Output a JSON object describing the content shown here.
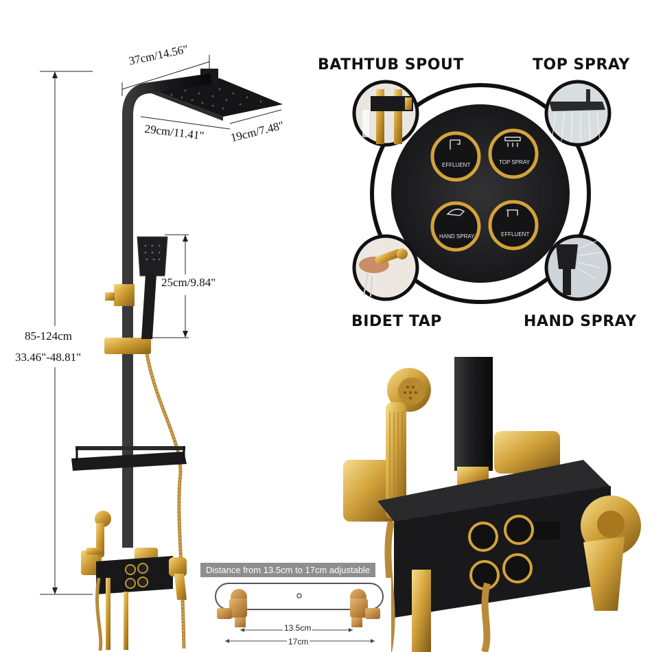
{
  "dimensions": {
    "head_width": "37cm/14.56\"",
    "head_depth_front": "29cm/11.41\"",
    "head_depth_side": "19cm/7.48\"",
    "handheld_height": "25cm/9.84\"",
    "total_height_cm": "85-124cm",
    "total_height_in": "33.46\"-48.81\""
  },
  "features": {
    "bathtub_spout": "BATHTUB SPOUT",
    "top_spray": "TOP SPRAY",
    "bidet_tap": "BIDET TAP",
    "hand_spray": "HAND SPRAY"
  },
  "buttons": {
    "b1": "EFFLUENT",
    "b2": "TOP SPRAY",
    "b3": "HAND SPRAY",
    "b4": "EFFLUENT"
  },
  "distance": {
    "title": "Distance from 13.5cm to 17cm adjustable",
    "min": "13.5cm",
    "max": "17cm"
  },
  "colors": {
    "body": "#1d1d1f",
    "gold": "#c9962f",
    "hose": "#b88a3a"
  }
}
